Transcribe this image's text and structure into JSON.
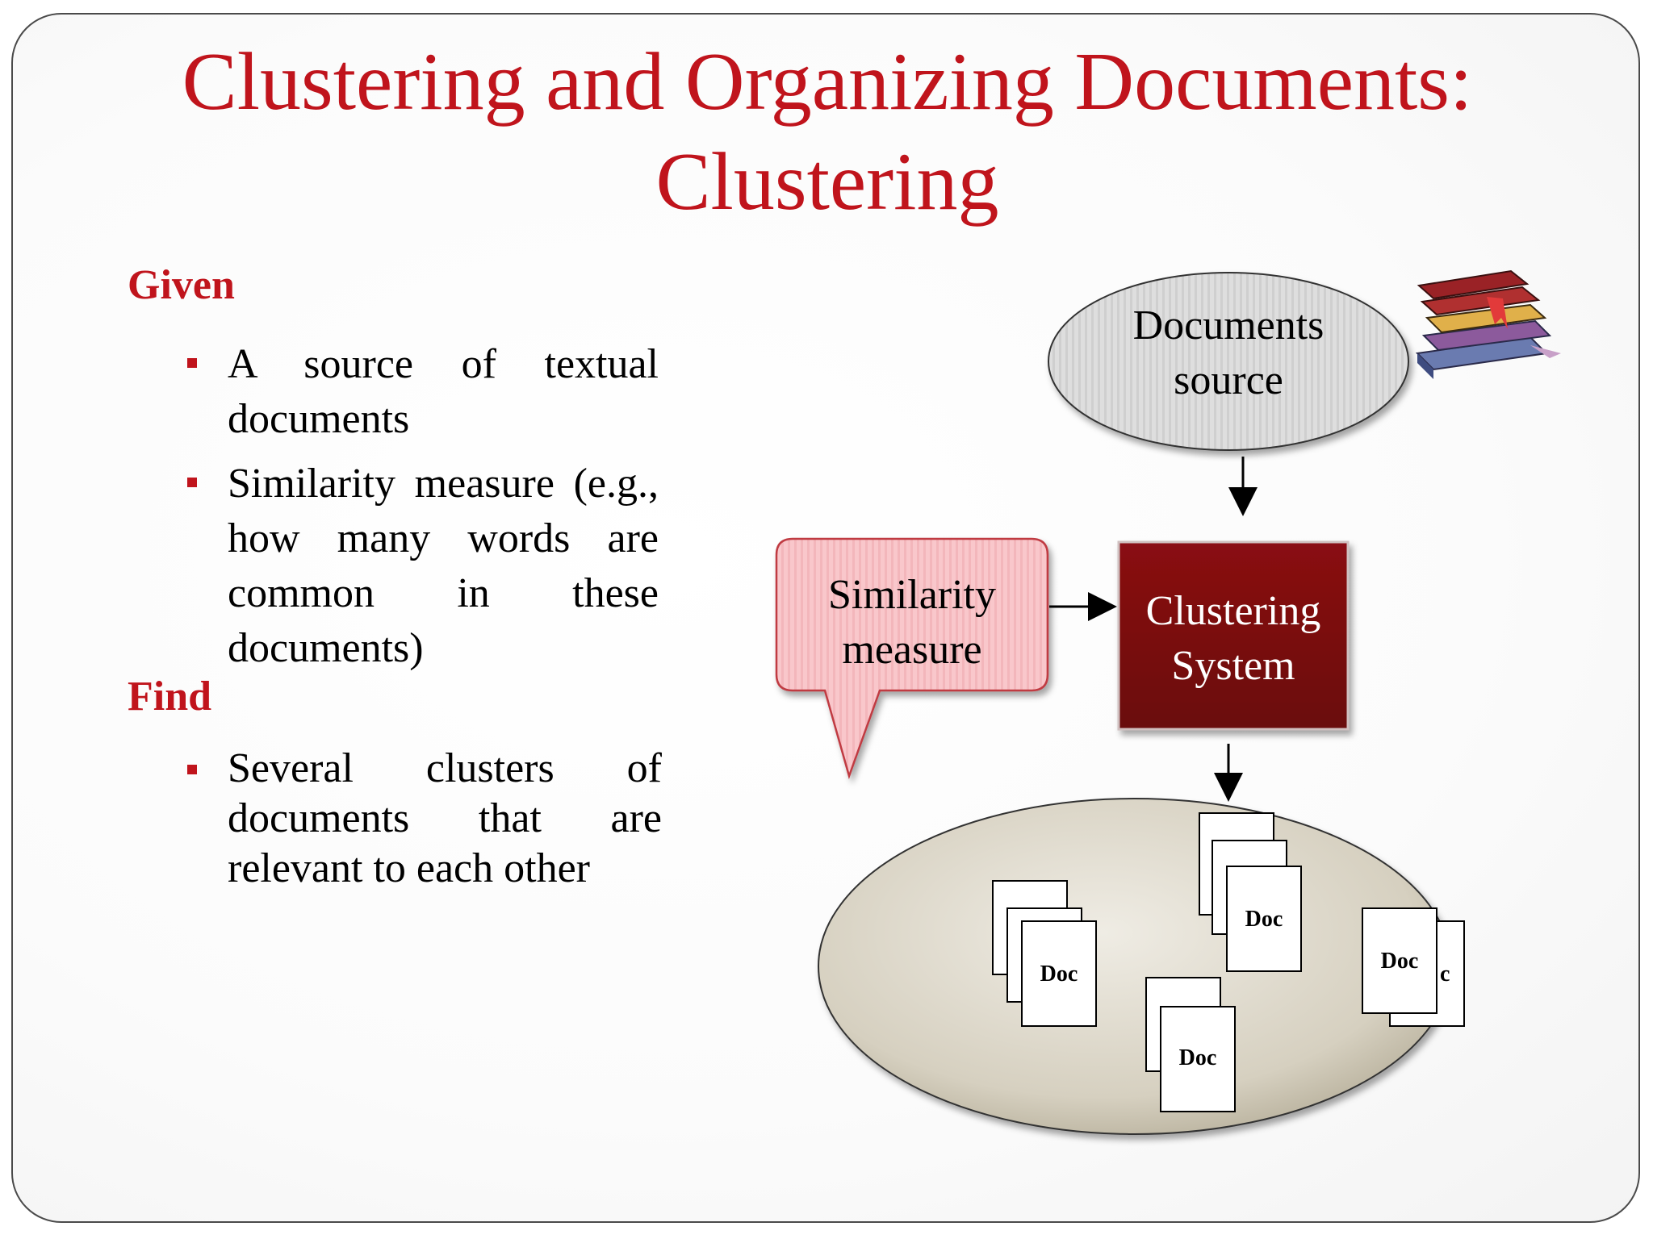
{
  "slide": {
    "title_line1": "Clustering and Organizing Documents:",
    "title_line2": "Clustering"
  },
  "left": {
    "given_heading": "Given",
    "given_items": [
      "A source of textual documents",
      "Similarity measure (e.g., how many words are common in these documents)"
    ],
    "find_heading": "Find",
    "find_items": [
      "Several clusters of documents that are relevant to each other"
    ]
  },
  "diagram": {
    "source_label_line1": "Documents",
    "source_label_line2": "source",
    "similarity_label_line1": "Similarity",
    "similarity_label_line2": "measure",
    "system_label_line1": "Clustering",
    "system_label_line2": "System",
    "doc_label": "Doc",
    "colors": {
      "source_fill": "#d9d9d9",
      "similarity_fill": "#f8c4c8",
      "system_fill": "#7a0a0f",
      "cluster_fill": "#d8d3c4"
    },
    "icons": [
      "books-icon"
    ]
  }
}
